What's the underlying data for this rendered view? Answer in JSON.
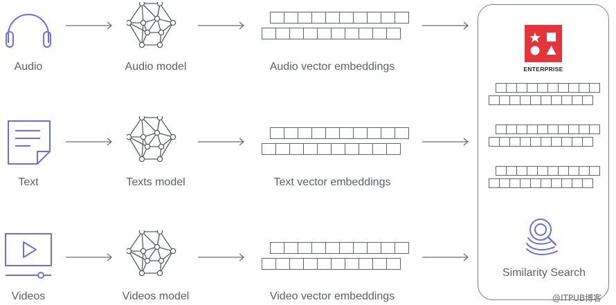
{
  "rows": [
    {
      "input_label": "Audio",
      "model_label": "Audio model",
      "embedding_label": "Audio vector embeddings"
    },
    {
      "input_label": "Text",
      "model_label": "Texts model",
      "embedding_label": "Text vector embeddings"
    },
    {
      "input_label": "Videos",
      "model_label": "Videos model",
      "embedding_label": "Video vector embeddings"
    }
  ],
  "panel": {
    "logo_text": "ENTERPRISE",
    "search_label": "Similarity Search"
  },
  "watermark": "@ITPUB博客",
  "colors": {
    "icon_stroke": "#6b6fdc",
    "line": "#666b72",
    "logo_red": "#e5343a"
  }
}
